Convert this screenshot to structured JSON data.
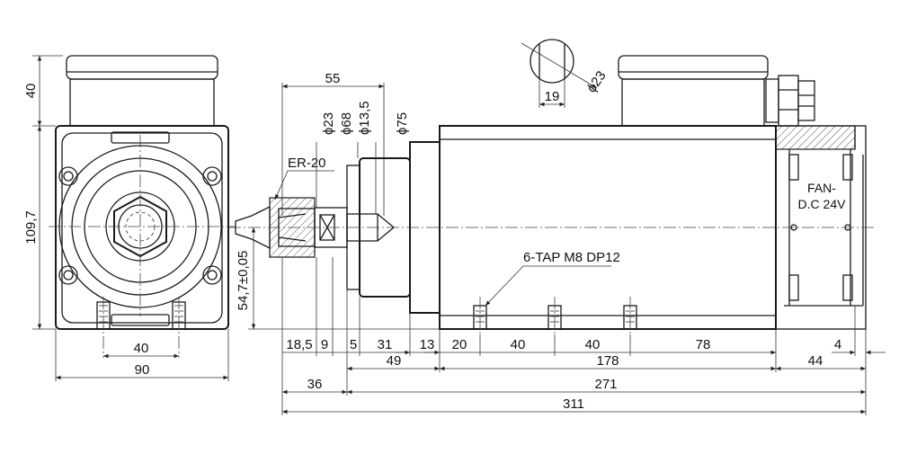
{
  "drawing": {
    "front_view": {
      "dims": {
        "box_height": "40",
        "body_height": "109,7",
        "bolt_spacing": "40",
        "width": "90"
      }
    },
    "side_view": {
      "callouts": {
        "collet": "ER-20",
        "tap": "6-TAP M8 DP12",
        "fan_line1": "FAN-",
        "fan_line2": "D.C 24V"
      },
      "diameters": {
        "d23": "ϕ23",
        "d68": "ϕ68",
        "d13_5": "ϕ13,5",
        "d75": "ϕ75"
      },
      "center_height": "54,7±0,05",
      "section_detail": {
        "diameter": "ϕ23",
        "flat": "19"
      },
      "top_dim": "55",
      "row1": [
        "18,5",
        "9",
        "5",
        "31",
        "13",
        "20",
        "40",
        "40",
        "78",
        "4"
      ],
      "row2": [
        "49",
        "178",
        "44"
      ],
      "row3": [
        "36",
        "271"
      ],
      "row4": [
        "311"
      ]
    }
  }
}
